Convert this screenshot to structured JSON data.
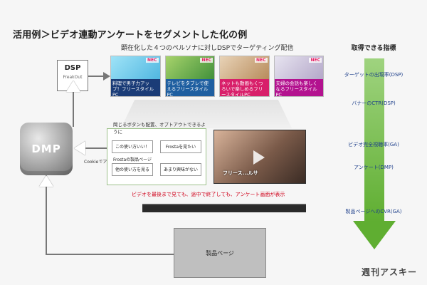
{
  "slide": {
    "title": "活用例＞ビデオ連動アンケートをセグメントした化の例",
    "subtitle": "顕在化した４つのペルソナに対しDSPでターゲティング配信",
    "dsp": {
      "label": "DSP",
      "sub": "FreakOut"
    },
    "personas": [
      {
        "label": "料理で男子力アップ！フリースタイルPC",
        "brand": "NEC"
      },
      {
        "label": "テレビをタブレで使えるフリースタイルPC",
        "brand": "NEC"
      },
      {
        "label": "ネットも動画もくつろいで楽しめるフリースタイルPC",
        "brand": "NEC"
      },
      {
        "label": "夫婦の会話も楽しくなるフリースタイルPC",
        "brand": "NEC"
      }
    ],
    "dmp_label": "DMP",
    "survey": {
      "header": "聞じるボタンも配置、オプトアウトできるように",
      "options": [
        "この使い方いい！Frostaの製品ページへ",
        "Frostaを見たい",
        "他の使い方を見る",
        "あまり興味がない"
      ]
    },
    "video_overlay": "フリース...ルサ",
    "cookie_note": "Cookieでアンケート集計",
    "red_note": "ビデオを最後まで見ても、途中で終了しても、アンケート画面が表示",
    "product_label": "製品ページ",
    "metrics": {
      "head": "取得できる指標",
      "items": [
        "ターゲットの出現率(DSP)",
        "バナーのCTR(DSP)",
        "ビデオ完全視聴率(GA)",
        "アンケート(DMP)",
        "製品ページへのCVR(GA)"
      ]
    },
    "watermark": "週刊アスキー"
  },
  "colors": {
    "accent_green": "#5fae31",
    "metric_blue": "#1c3e8a",
    "note_red": "#d0021b",
    "persona_1": "#1b3c77",
    "persona_2": "#1f5fa0",
    "persona_3": "#d81f6a",
    "persona_4": "#b3128f"
  },
  "icons": {
    "dmp": "database-icon",
    "dsp": "dsp-logo-icon",
    "play": "play-icon",
    "arrows": [
      "arrow-left-icon",
      "arrow-up-icon",
      "arrow-right-icon",
      "arrow-down-icon"
    ]
  }
}
